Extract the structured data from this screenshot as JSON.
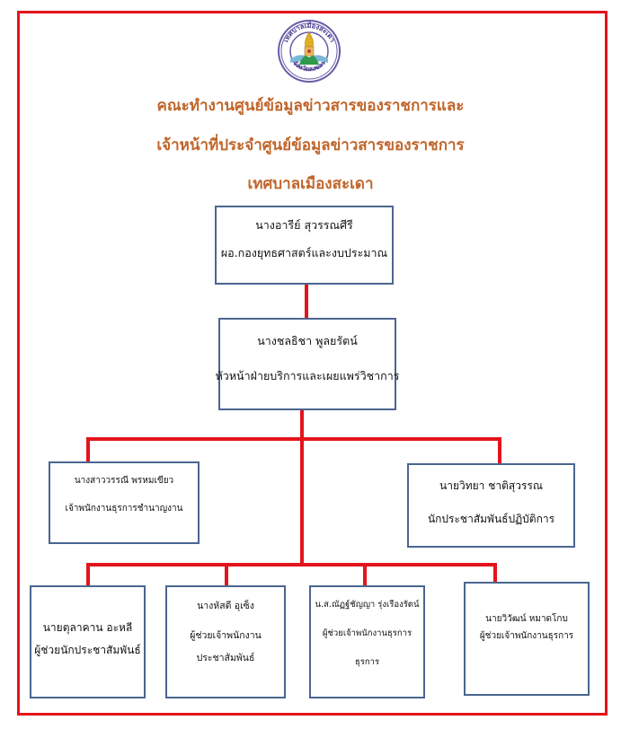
{
  "logo": {
    "ring_text_top": "เทศบาลเมืองสะเดา",
    "ring_text_bottom": "จังหวัดสงขลา",
    "colors": {
      "ring": "#6a5aa8",
      "inner": "#ffffff",
      "accent": "#e0b020",
      "water": "#7ab8d8",
      "hill": "#2e9a4a"
    }
  },
  "title": {
    "line1": "คณะทำงานศูนย์ข้อมูลข่าวสารของราชการและ",
    "line2": "เจ้าหน้าที่ประจำศูนย์ข้อมูลข่าวสารของราชการ",
    "line3": "เทศบาลเมืองสะเดา"
  },
  "colors": {
    "title": "#c0652a",
    "frame": "#e3141b",
    "connector": "#e3141b",
    "box_border": "#4a6690"
  },
  "org": {
    "level1": {
      "name": "นางอารีย์  สุวรรณศีรี",
      "position": "ผอ.กองยุทธศาสตร์และงบประมาณ"
    },
    "level2": {
      "name": "นางชลธิชา  พูลยรัตน์",
      "position": "หัวหน้าฝ่ายบริการและเผยแพร่วิชาการ"
    },
    "level3": [
      {
        "name": "นางสาววรรณี    พรหมเขียว",
        "position": "เจ้าพนักงานธุรการชำนาญงาน"
      },
      {
        "name": "นายวิทยา  ชาติสุวรรณ",
        "position": "นักประชาสัมพันธ์ปฏิบัติการ"
      }
    ],
    "level4": [
      {
        "name": "นายตุลาคาน  อะหลี",
        "position": "ผู้ช่วยนักประชาสัมพันธ์"
      },
      {
        "name": "นางหัสดี  อุเซ็ง",
        "position": "ผู้ช่วยเจ้าพนักงาน",
        "position2": "ประชาสัมพันธ์"
      },
      {
        "name": "น.ส.ณัฏฐ์ชัญญา  รุ่งเรืองรัตน์",
        "position": "ผู้ช่วยเจ้าพนักงานธุรการ",
        "position2": "ธุรการ"
      },
      {
        "name": "นายวิวัฒน์  หมาดโกบ",
        "position": "ผู้ช่วยเจ้าพนักงานธุรการ"
      }
    ]
  }
}
